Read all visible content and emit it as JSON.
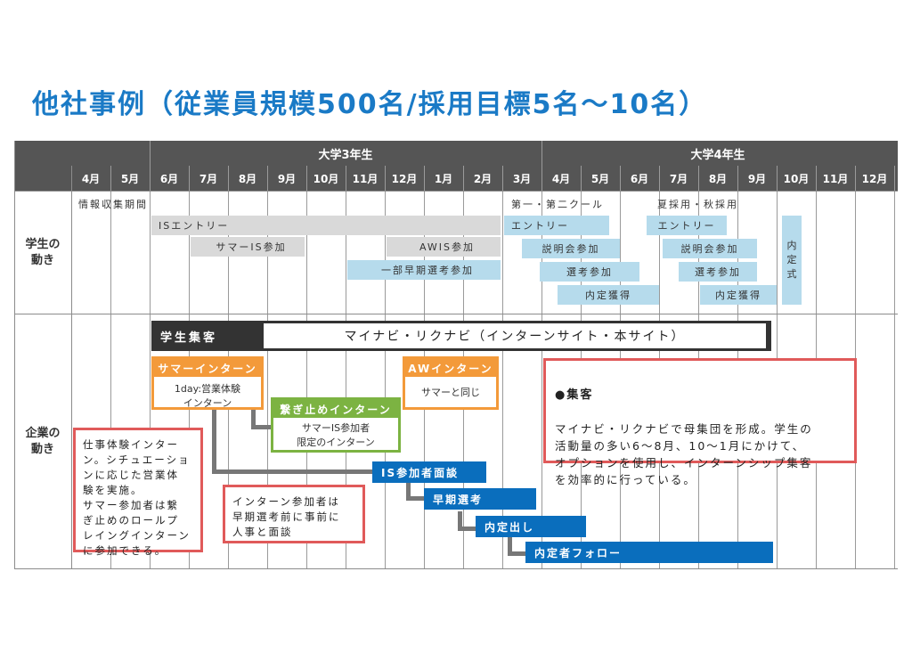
{
  "title": "他社事例（従業員規模500名/採用目標5名〜10名）",
  "header": {
    "years": [
      "大学3年生",
      "大学4年生"
    ],
    "months": [
      "4月",
      "5月",
      "6月",
      "7月",
      "8月",
      "9月",
      "10月",
      "11月",
      "12月",
      "1月",
      "2月",
      "3月",
      "4月",
      "5月",
      "6月",
      "7月",
      "8月",
      "9月",
      "10月",
      "11月",
      "12月"
    ]
  },
  "rows": {
    "student_label": "学生の\n動き",
    "company_label": "企業の\n動き"
  },
  "student_bars": [
    {
      "label": "情報収集期間"
    },
    {
      "label": "ISエントリー"
    },
    {
      "label": "サマーIS参加"
    },
    {
      "label": "AWIS参加"
    },
    {
      "label": "一部早期選考参加"
    },
    {
      "label": "第一・第二クール"
    },
    {
      "label": "エントリー"
    },
    {
      "label": "説明会参加"
    },
    {
      "label": "選考参加"
    },
    {
      "label": "内定獲得"
    },
    {
      "label": "夏採用・秋採用"
    },
    {
      "label": "エントリー"
    },
    {
      "label": "説明会参加"
    },
    {
      "label": "選考参加"
    },
    {
      "label": "内定獲得"
    },
    {
      "label": "内定式"
    }
  ],
  "company": {
    "gather_label": "学生集客",
    "gather_text": "マイナビ・リクナビ（インターンサイト・本サイト）",
    "summer_head": "サマーインターン",
    "summer_body": "1day:営業体験\nインターン",
    "aw_head": "AWインターン",
    "aw_body": "サマーと同じ",
    "tsunagi_head": "繋ぎ止めインターン",
    "tsunagi_body": "サマーIS参加者\n限定のインターン",
    "flow": [
      "IS参加者面談",
      "早期選考",
      "内定出し",
      "内定者フォロー"
    ],
    "note_left": "仕事体験インター\nン。シチュエーショ\nンに応じた営業体\n験を実施。\nサマー参加者は繋\nぎ止めのロールプ\nレイングインターン\nに参加できる。",
    "note_mid": "インターン参加者は\n早期選考前に事前に\n人事と面談",
    "note_right_head": "●集客",
    "note_right_body": "マイナビ・リクナビで母集団を形成。学生の\n活動量の多い6〜8月、10〜1月にかけて、\nオプションを使用し、インターンシップ集客\nを効率的に行っている。"
  },
  "colors": {
    "title": "#1a7ac6",
    "header": "#555555",
    "gray_bar": "#d9d9d9",
    "blue_bar": "#b6dbec",
    "orange": "#f39a3a",
    "green": "#7cb342",
    "red": "#e05a5a",
    "blue_box": "#0a6ebd"
  }
}
